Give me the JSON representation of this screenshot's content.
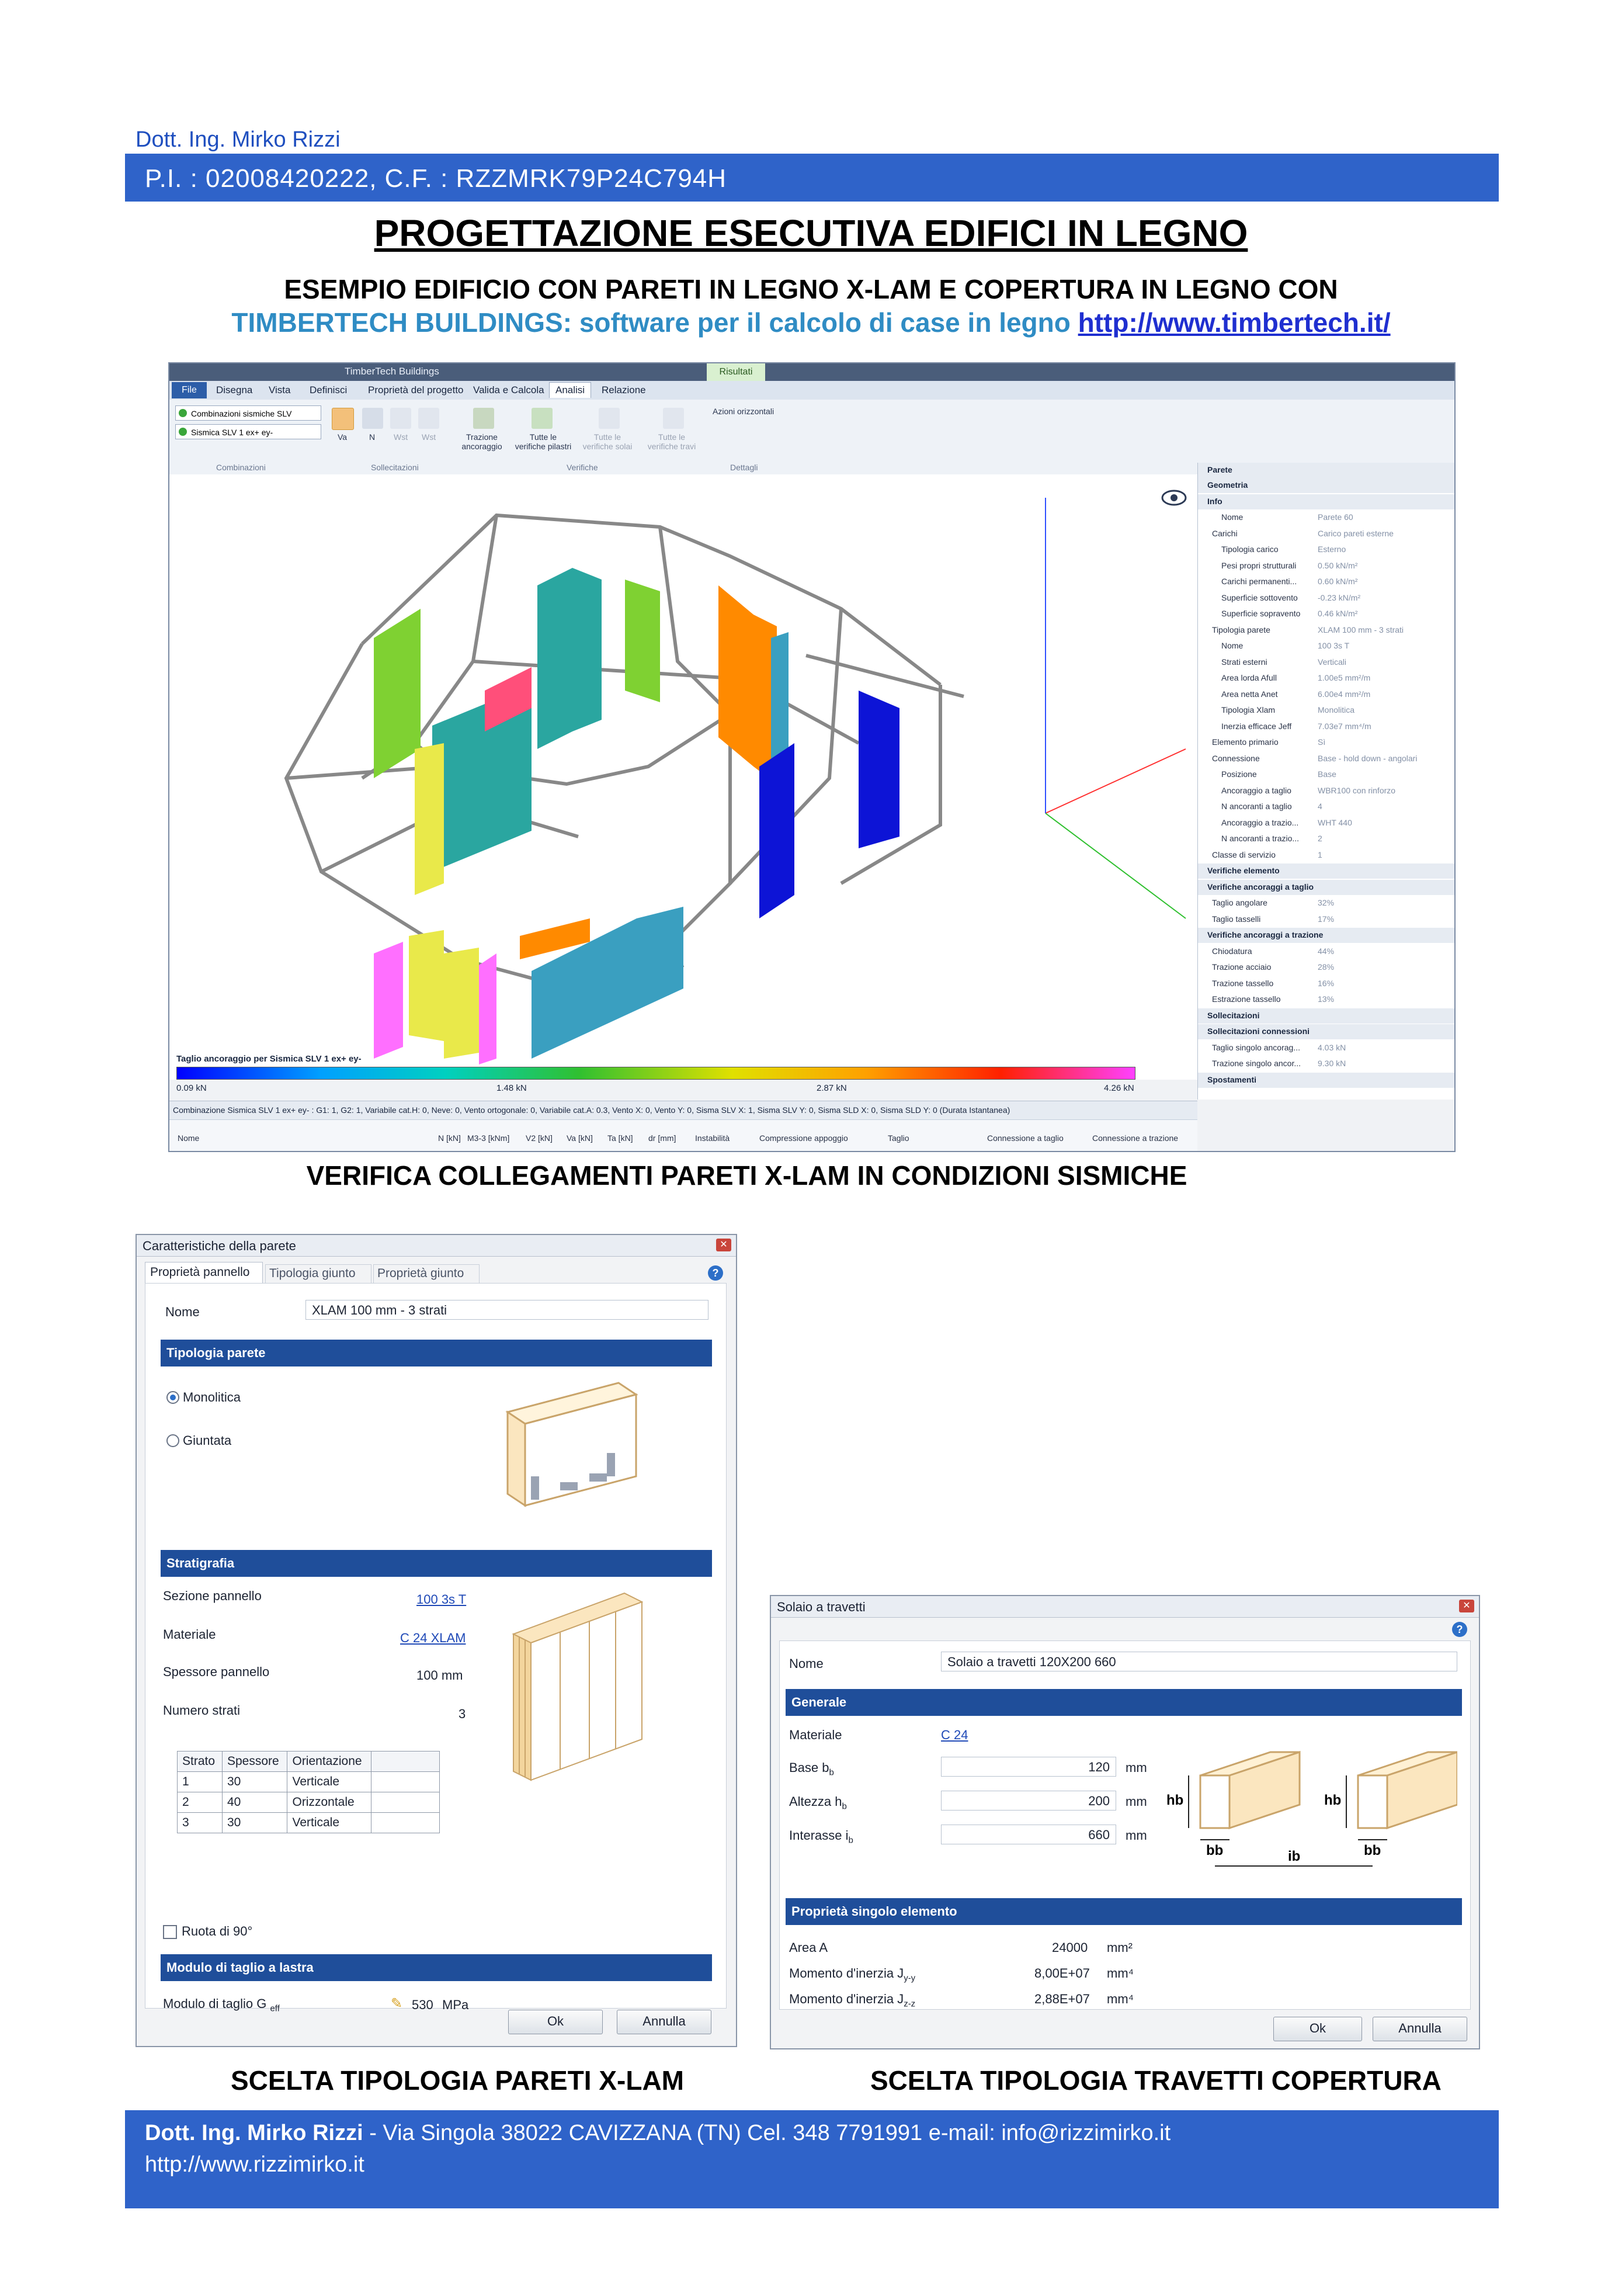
{
  "header": {
    "name": "Dott. Ing. Mirko Rizzi",
    "piva": "P.I. : 02008420222,  C.F. : RZZMRK79P24C794H"
  },
  "title": "PROGETTAZIONE ESECUTIVA EDIFICI IN LEGNO",
  "subtitle_line1": "ESEMPIO EDIFICIO CON PARETI IN LEGNO X-LAM E COPERTURA IN LEGNO CON",
  "subtitle_line2_text": "TIMBERTECH BUILDINGS: software per il calcolo di case in legno ",
  "subtitle_link": "http://www.timbertech.it/",
  "app": {
    "window_title": "TimberTech Buildings",
    "context_tab": "Risultati",
    "file_tab": "File",
    "tabs": [
      "Disegna",
      "Vista",
      "Definisci",
      "Proprietà del progetto",
      "Valida e Calcola",
      "Analisi",
      "Relazione"
    ],
    "active_tab": "Analisi",
    "ribbon": {
      "combo1": "Combinazioni sismiche SLV",
      "combo2": "Sismica SLV 1 ex+ ey-",
      "group_combinations": "Combinazioni",
      "btn_va": "Va",
      "btn_n": "N",
      "btn_wst1": "Wst",
      "btn_wst2": "Wst",
      "group_stress": "Sollecitazioni",
      "btn_trazione": "Trazione ancoraggio",
      "btn_tutte_pilastri": "Tutte le verifiche pilastri",
      "btn_tutte_solai": "Tutte le verifiche solai",
      "btn_tutte_travi": "Tutte le verifiche travi",
      "group_checks": "Verifiche",
      "btn_azioni": "Azioni orizzontali",
      "group_details": "Dettagli"
    },
    "props": {
      "header": "Parete",
      "rows": [
        {
          "k": "Geometria",
          "v": "",
          "t": "sec"
        },
        {
          "k": "Info",
          "v": "",
          "t": "sec"
        },
        {
          "k": "Nome",
          "v": "Parete 60",
          "t": "sub"
        },
        {
          "k": "Carichi",
          "v": "Carico pareti esterne",
          "t": ""
        },
        {
          "k": "Tipologia carico",
          "v": "Esterno",
          "t": "sub"
        },
        {
          "k": "Pesi propri strutturali",
          "v": "0.50 kN/m²",
          "t": "sub"
        },
        {
          "k": "Carichi permanenti...",
          "v": "0.60 kN/m²",
          "t": "sub"
        },
        {
          "k": "Superficie sottovento",
          "v": "-0.23 kN/m²",
          "t": "sub"
        },
        {
          "k": "Superficie sopravento",
          "v": "0.46 kN/m²",
          "t": "sub"
        },
        {
          "k": "Tipologia parete",
          "v": "XLAM 100 mm - 3 strati",
          "t": ""
        },
        {
          "k": "Nome",
          "v": "100 3s T",
          "t": "sub"
        },
        {
          "k": "Strati esterni",
          "v": "Verticali",
          "t": "sub"
        },
        {
          "k": "Area lorda Afull",
          "v": "1.00e5 mm²/m",
          "t": "sub"
        },
        {
          "k": "Area netta Anet",
          "v": "6.00e4 mm²/m",
          "t": "sub"
        },
        {
          "k": "Tipologia Xlam",
          "v": "Monolitica",
          "t": "sub"
        },
        {
          "k": "Inerzia efficace Jeff",
          "v": "7.03e7 mm⁴/m",
          "t": "sub"
        },
        {
          "k": "Elemento primario",
          "v": "Sì",
          "t": ""
        },
        {
          "k": "Connessione",
          "v": "Base - hold down - angolari",
          "t": ""
        },
        {
          "k": "Posizione",
          "v": "Base",
          "t": "sub"
        },
        {
          "k": "Ancoraggio a taglio",
          "v": "WBR100 con rinforzo",
          "t": "sub"
        },
        {
          "k": "N ancoranti a taglio",
          "v": "4",
          "t": "sub"
        },
        {
          "k": "Ancoraggio a trazio...",
          "v": "WHT 440",
          "t": "sub"
        },
        {
          "k": "N ancoranti a trazio...",
          "v": "2",
          "t": "sub"
        },
        {
          "k": "Classe di servizio",
          "v": "1",
          "t": ""
        },
        {
          "k": "Verifiche elemento",
          "v": "",
          "t": "sec"
        },
        {
          "k": "Verifiche ancoraggi a taglio",
          "v": "",
          "t": "sec"
        },
        {
          "k": "Taglio angolare",
          "v": "32%",
          "t": ""
        },
        {
          "k": "Taglio tasselli",
          "v": "17%",
          "t": ""
        },
        {
          "k": "Verifiche ancoraggi a trazione",
          "v": "",
          "t": "sec"
        },
        {
          "k": "Chiodatura",
          "v": "44%",
          "t": ""
        },
        {
          "k": "Trazione acciaio",
          "v": "28%",
          "t": ""
        },
        {
          "k": "Trazione tassello",
          "v": "16%",
          "t": ""
        },
        {
          "k": "Estrazione tassello",
          "v": "13%",
          "t": ""
        },
        {
          "k": "Sollecitazioni",
          "v": "",
          "t": "sec"
        },
        {
          "k": "Sollecitazioni connessioni",
          "v": "",
          "t": "sec"
        },
        {
          "k": "Taglio singolo ancorag...",
          "v": "4.03 kN",
          "t": ""
        },
        {
          "k": "Trazione singolo ancor...",
          "v": "9.30 kN",
          "t": ""
        },
        {
          "k": "Spostamenti",
          "v": "",
          "t": "sec"
        }
      ]
    },
    "colorbar": {
      "title": "Taglio ancoraggio per Sismica SLV 1 ex+ ey-",
      "ticks": [
        "0.09 kN",
        "1.48 kN",
        "2.87 kN",
        "4.26 kN"
      ],
      "min": 0.09,
      "max": 4.26
    },
    "combination_text": "Combinazione Sismica SLV 1 ex+ ey- : G1: 1, G2: 1, Variabile cat.H: 0, Neve: 0, Vento ortogonale: 0, Variabile cat.A: 0.3, Vento X: 0, Vento Y: 0, Sisma SLV X: 1, Sisma SLV Y: 0, Sisma SLD X: 0, Sisma SLD Y: 0 (Durata Istantanea)",
    "grid_headers": [
      "Nome",
      "N [kN]",
      "M3-3 [kNm]",
      "V2 [kN]",
      "Va [kN]",
      "Ta [kN]",
      "dr [mm]",
      "Instabilità",
      "Compressione appoggio",
      "Taglio",
      "Connessione a taglio",
      "Connessione a trazione"
    ],
    "wall_colors": [
      "#7fd132",
      "#2aa6a0",
      "#e9e94a",
      "#ff8a00",
      "#0d14d6",
      "#ff6fff",
      "#ff4f7a",
      "#3a9fc0"
    ]
  },
  "caption1": "VERIFICA COLLEGAMENTI PARETI X-LAM IN CONDIZIONI SISMICHE",
  "dialog_wall": {
    "title": "Caratteristiche della parete",
    "tabs": [
      "Proprietà pannello",
      "Tipologia giunto",
      "Proprietà giunto"
    ],
    "name_label": "Nome",
    "name_value": "XLAM 100 mm - 3 strati",
    "sec_tipologia": "Tipologia parete",
    "radio_monolitica": "Monolitica",
    "radio_giuntata": "Giuntata",
    "sec_stratigrafia": "Stratigrafia",
    "sezione_label": "Sezione pannello",
    "sezione_value": "100 3s T",
    "materiale_label": "Materiale",
    "materiale_value": "C 24 XLAM",
    "spessore_label": "Spessore pannello",
    "spessore_value": "100 mm",
    "numero_label": "Numero strati",
    "numero_value": "3",
    "table_headers": [
      "Strato",
      "Spessore",
      "Orientazione"
    ],
    "table_rows": [
      [
        "1",
        "30",
        "Verticale"
      ],
      [
        "2",
        "40",
        "Orizzontale"
      ],
      [
        "3",
        "30",
        "Verticale"
      ]
    ],
    "ruota": "Ruota di 90°",
    "sec_modulo": "Modulo di taglio a lastra",
    "modulo_label": "Modulo di taglio G",
    "modulo_sub": "eff",
    "modulo_value": "530",
    "modulo_unit": "MPa",
    "ok": "Ok",
    "cancel": "Annulla"
  },
  "dialog_solaio": {
    "title": "Solaio a travetti",
    "name_label": "Nome",
    "name_value": "Solaio a travetti 120X200 660",
    "sec_generale": "Generale",
    "materiale_label": "Materiale",
    "materiale_value": "C 24",
    "base_label": "Base b",
    "base_sub": "b",
    "base_value": "120",
    "altezza_label": "Altezza h",
    "altezza_sub": "b",
    "altezza_value": "200",
    "interasse_label": "Interasse i",
    "interasse_sub": "b",
    "interasse_value": "660",
    "unit_mm": "mm",
    "sec_proprieta": "Proprietà singolo elemento",
    "area_label": "Area A",
    "area_value": "24000",
    "area_unit": "mm²",
    "jy_label": "Momento d'inerzia J",
    "jy_sub": "y-y",
    "jy_value": "8,00E+07",
    "jy_unit": "mm⁴",
    "jz_label": "Momento d'inerzia J",
    "jz_sub": "z-z",
    "jz_value": "2,88E+07",
    "jz_unit": "mm⁴",
    "sketch_hb": "hb",
    "sketch_bb": "bb",
    "sketch_ib": "ib",
    "ok": "Ok",
    "cancel": "Annulla"
  },
  "caption2": "SCELTA TIPOLOGIA PARETI X-LAM",
  "caption3": "SCELTA TIPOLOGIA TRAVETTI COPERTURA",
  "footer": {
    "name": "Dott. Ing. Mirko Rizzi",
    "address": "  -  Via Singola  38022 CAVIZZANA (TN)  Cel. 348 7791991 e-mail: info@rizzimirko.it",
    "url": "http://www.rizzimirko.it"
  }
}
